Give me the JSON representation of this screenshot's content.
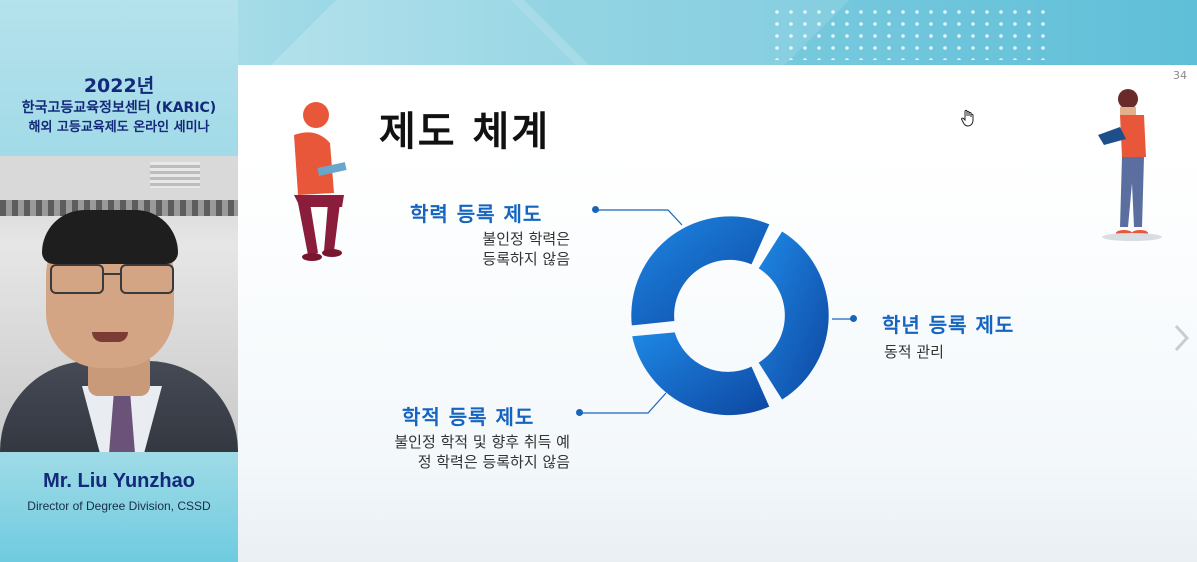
{
  "event": {
    "year": "2022년",
    "org": "한국고등교육정보센터 (KARIC)",
    "seminar": "해외 고등교육제도 온라인 세미나"
  },
  "speaker": {
    "name": "Mr. Liu Yunzhao",
    "role": "Director of Degree Division, CSSD"
  },
  "slide": {
    "page_number": "34",
    "title": "제도 체계",
    "items": [
      {
        "title": "학력 등록 제도",
        "desc_lines": [
          "불인정 학력은",
          "등록하지 않음"
        ]
      },
      {
        "title": "학년 등록 제도",
        "desc_lines": [
          "동적 관리"
        ]
      },
      {
        "title": "학적 등록 제도",
        "desc_lines": [
          "불인정 학적 및 향후 취득 예",
          "정 학력은 등록하지 않음"
        ]
      }
    ]
  },
  "colors": {
    "accent": "#1565c0",
    "ring_dark": "#0d47a1",
    "ring_light": "#1e88e5",
    "title_navy": "#14297a"
  },
  "icons": [
    "hand-cursor-icon",
    "chevron-right-icon"
  ]
}
